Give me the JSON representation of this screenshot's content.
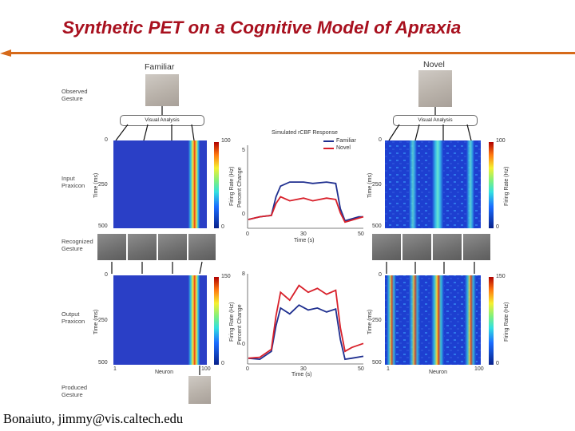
{
  "slide": {
    "title": "Synthetic PET on a Cognitive Model of Apraxia",
    "credit": "Bonaiuto, jimmy@vis.caltech.edu"
  },
  "figure": {
    "left_header": "Familiar",
    "right_header": "Novel",
    "center_header": "Simulated rCBF Response",
    "row_labels": {
      "observed": "Observed\nGesture",
      "input": "Input\nPraxicon",
      "recognized": "Recognized\nGesture",
      "output": "Output\nPraxicon",
      "produced": "Produced\nGesture"
    },
    "visual_analysis": "Visual Analysis",
    "time_axis_label": "Time (ms)",
    "neuron_axis_label": "Neuron",
    "firing_rate_label": "Firing Rate (Hz)",
    "percent_change_label": "Percent Change",
    "time_s_label": "Time (s)",
    "legend": {
      "familiar": "Familiar",
      "novel": "Novel"
    },
    "colors": {
      "familiar": "#1f2f8f",
      "novel": "#d8202a",
      "title": "#a8101e",
      "rule_accent": "#d66a1a"
    },
    "ticks": {
      "time_ms": [
        "0",
        "250",
        "500"
      ],
      "neuron": [
        "1",
        "100"
      ],
      "time_s": [
        "0",
        "30",
        "50"
      ],
      "input_rate": [
        "100",
        "0"
      ],
      "output_rate": [
        "150",
        "0"
      ],
      "input_pct": [
        "5",
        "0"
      ],
      "output_pct": [
        "8",
        "0"
      ]
    },
    "input_response": {
      "time_s": [
        0,
        5,
        10,
        12,
        14,
        18,
        24,
        28,
        34,
        38,
        40,
        42,
        44,
        48,
        50
      ],
      "familiar": [
        -0.2,
        0,
        0.1,
        1.5,
        2.3,
        2.6,
        2.6,
        2.5,
        2.6,
        2.5,
        0.6,
        -0.3,
        -0.2,
        0,
        0
      ],
      "novel": [
        -0.2,
        0,
        0.1,
        1.0,
        1.5,
        1.2,
        1.4,
        1.2,
        1.4,
        1.3,
        0.3,
        -0.4,
        -0.3,
        -0.1,
        0
      ]
    },
    "output_response": {
      "time_s": [
        0,
        5,
        10,
        12,
        14,
        18,
        22,
        26,
        30,
        34,
        38,
        40,
        42,
        45,
        50
      ],
      "familiar": [
        -0.5,
        -0.6,
        0.2,
        2.8,
        4.6,
        4.0,
        4.9,
        4.4,
        4.6,
        4.2,
        4.5,
        1.4,
        -0.6,
        -0.5,
        -0.3
      ],
      "novel": [
        -0.5,
        -0.4,
        0.4,
        3.8,
        6.2,
        5.4,
        6.9,
        6.2,
        6.6,
        6.0,
        6.4,
        2.6,
        0.2,
        0.6,
        1.0
      ]
    }
  }
}
